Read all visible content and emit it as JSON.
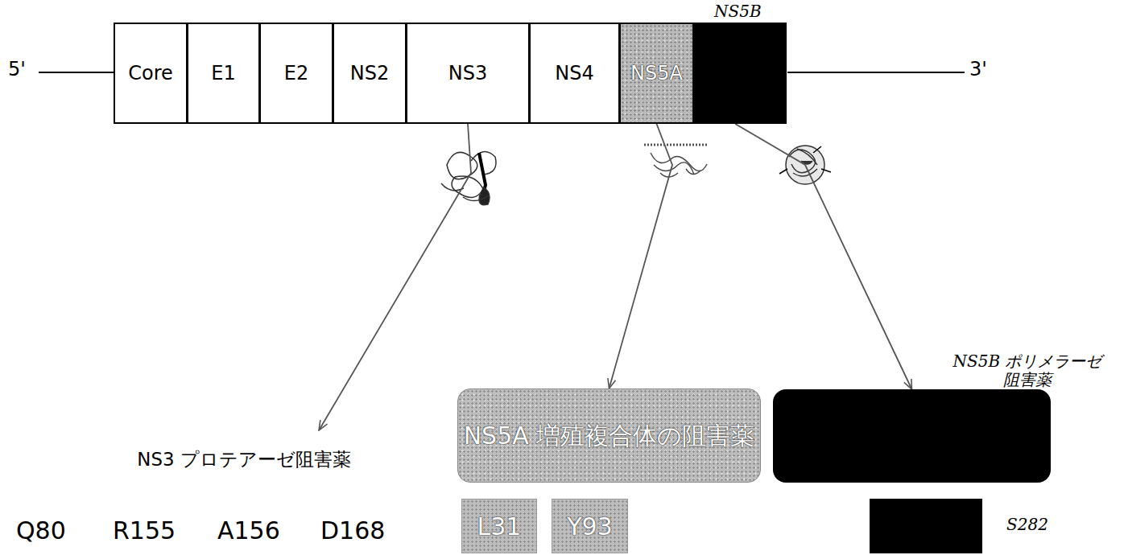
{
  "diagram": {
    "nodes": [
      {
        "text": [
          "Core"
        ]
      },
      {
        "text": [
          "E1"
        ]
      },
      {
        "text": [
          "E2"
        ]
      },
      {
        "text": [
          "NS2"
        ]
      },
      {
        "text": [
          "NS3"
        ]
      },
      {
        "text": [
          "NS4"
        ]
      },
      {
        "text": [
          "NS5A"
        ]
      },
      {
        "text": [
          "NS5B"
        ]
      },
      {
        "text": [
          "NS3 プロテアーゼ阻害薬"
        ]
      },
      {
        "text": [
          "NS5A 増殖複合体の阻害薬"
        ]
      },
      {
        "text": [
          "NS5B ポリメラーゼ阻害薬"
        ]
      },
      {
        "text": [
          "L31"
        ]
      },
      {
        "text": [
          "Y93"
        ]
      },
      {
        "text": [
          "S282"
        ]
      }
    ],
    "edges": [
      {
        "from": 4,
        "to": 8,
        "arrow": "to"
      },
      {
        "from": 6,
        "to": 9,
        "arrow": "to"
      },
      {
        "from": 7,
        "to": 10,
        "arrow": "to"
      }
    ],
    "labels": [
      "5'",
      "3'",
      "Q80",
      "R155",
      "A156",
      "D168"
    ]
  }
}
